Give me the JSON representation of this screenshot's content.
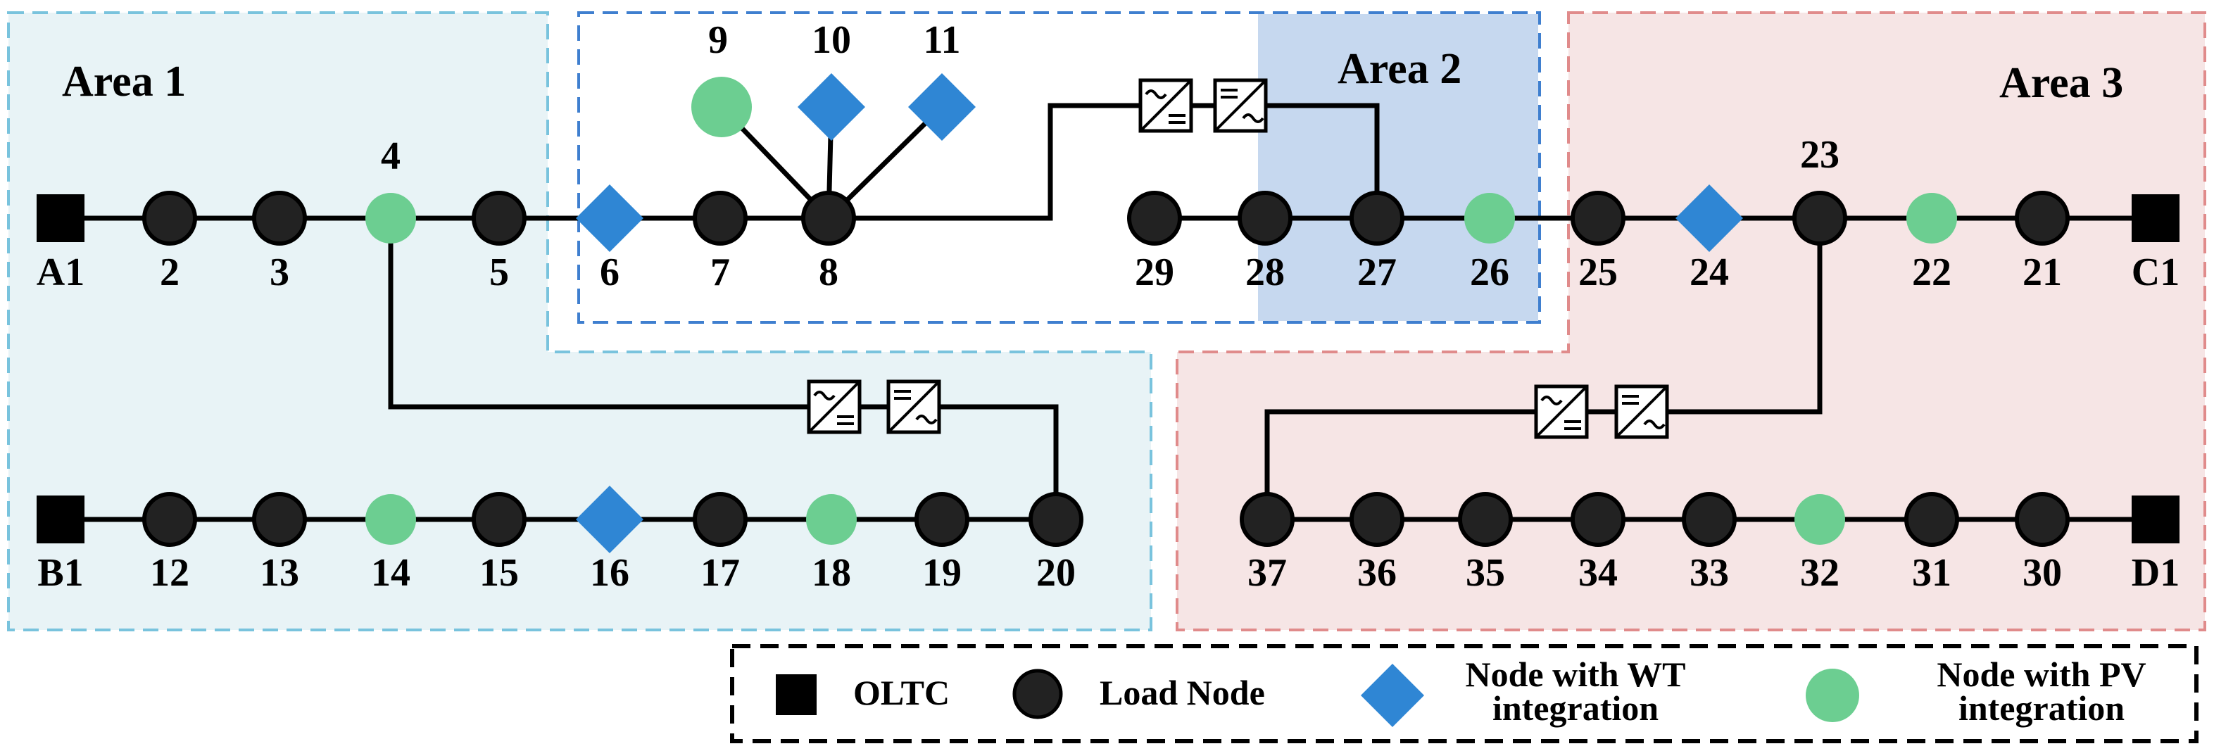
{
  "areas": [
    {
      "id": "area1",
      "title": "Area 1",
      "fill": "#e8f3f6",
      "border": "#79c3dd"
    },
    {
      "id": "area2",
      "title": "Area 2",
      "fill": "#ffffff",
      "border": "#3f7fcf",
      "highlight": "#c6d8ef"
    },
    {
      "id": "area3",
      "title": "Area 3",
      "fill": "#f6e5e5",
      "border": "#e08b8b"
    }
  ],
  "node_types": {
    "oltc": {
      "label": "OLTC",
      "color": "#000000",
      "shape": "square"
    },
    "load": {
      "label": "Load Node",
      "color": "#222222",
      "shape": "circle"
    },
    "wt": {
      "label_lines": [
        "Node with WT",
        "integration"
      ],
      "color": "#2f86d4",
      "shape": "diamond"
    },
    "pv": {
      "label_lines": [
        "Node with PV",
        "integration"
      ],
      "color": "#6cce91",
      "shape": "circle"
    }
  },
  "nodes": [
    {
      "id": "A1",
      "type": "oltc"
    },
    {
      "id": "2",
      "type": "load"
    },
    {
      "id": "3",
      "type": "load"
    },
    {
      "id": "4",
      "type": "pv"
    },
    {
      "id": "5",
      "type": "load"
    },
    {
      "id": "6",
      "type": "wt"
    },
    {
      "id": "7",
      "type": "load"
    },
    {
      "id": "8",
      "type": "load"
    },
    {
      "id": "9",
      "type": "pv"
    },
    {
      "id": "10",
      "type": "wt"
    },
    {
      "id": "11",
      "type": "wt"
    },
    {
      "id": "29",
      "type": "load"
    },
    {
      "id": "28",
      "type": "load"
    },
    {
      "id": "27",
      "type": "load"
    },
    {
      "id": "26",
      "type": "pv"
    },
    {
      "id": "25",
      "type": "load"
    },
    {
      "id": "24",
      "type": "wt"
    },
    {
      "id": "23",
      "type": "load"
    },
    {
      "id": "22",
      "type": "pv"
    },
    {
      "id": "21",
      "type": "load"
    },
    {
      "id": "C1",
      "type": "oltc"
    },
    {
      "id": "B1",
      "type": "oltc"
    },
    {
      "id": "12",
      "type": "load"
    },
    {
      "id": "13",
      "type": "load"
    },
    {
      "id": "14",
      "type": "pv"
    },
    {
      "id": "15",
      "type": "load"
    },
    {
      "id": "16",
      "type": "wt"
    },
    {
      "id": "17",
      "type": "load"
    },
    {
      "id": "18",
      "type": "pv"
    },
    {
      "id": "19",
      "type": "load"
    },
    {
      "id": "20",
      "type": "load"
    },
    {
      "id": "37",
      "type": "load"
    },
    {
      "id": "36",
      "type": "load"
    },
    {
      "id": "35",
      "type": "load"
    },
    {
      "id": "34",
      "type": "load"
    },
    {
      "id": "33",
      "type": "load"
    },
    {
      "id": "32",
      "type": "pv"
    },
    {
      "id": "31",
      "type": "load"
    },
    {
      "id": "30",
      "type": "load"
    },
    {
      "id": "D1",
      "type": "oltc"
    }
  ],
  "edges": [
    [
      "A1",
      "2"
    ],
    [
      "2",
      "3"
    ],
    [
      "3",
      "4"
    ],
    [
      "4",
      "5"
    ],
    [
      "5",
      "6"
    ],
    [
      "6",
      "7"
    ],
    [
      "7",
      "8"
    ],
    [
      "8",
      "9"
    ],
    [
      "8",
      "10"
    ],
    [
      "8",
      "11"
    ],
    [
      "29",
      "28"
    ],
    [
      "28",
      "27"
    ],
    [
      "27",
      "26"
    ],
    [
      "26",
      "25"
    ],
    [
      "25",
      "24"
    ],
    [
      "24",
      "23"
    ],
    [
      "23",
      "22"
    ],
    [
      "22",
      "21"
    ],
    [
      "21",
      "C1"
    ],
    [
      "B1",
      "12"
    ],
    [
      "12",
      "13"
    ],
    [
      "13",
      "14"
    ],
    [
      "14",
      "15"
    ],
    [
      "15",
      "16"
    ],
    [
      "16",
      "17"
    ],
    [
      "17",
      "18"
    ],
    [
      "18",
      "19"
    ],
    [
      "19",
      "20"
    ],
    [
      "37",
      "36"
    ],
    [
      "36",
      "35"
    ],
    [
      "35",
      "34"
    ],
    [
      "34",
      "33"
    ],
    [
      "33",
      "32"
    ],
    [
      "32",
      "31"
    ],
    [
      "31",
      "30"
    ],
    [
      "30",
      "D1"
    ]
  ],
  "sop_links": [
    {
      "from": "8",
      "to": "27"
    },
    {
      "from": "4",
      "to": "20"
    },
    {
      "from": "23",
      "to": "37"
    }
  ]
}
